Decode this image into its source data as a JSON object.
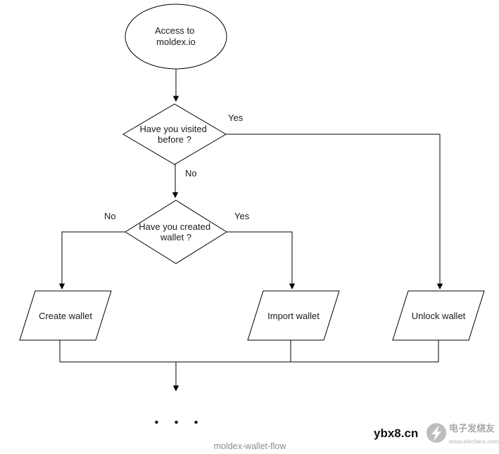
{
  "diagram": {
    "start": {
      "line1": "Access to",
      "line2": "moldex.io"
    },
    "decision_visited": {
      "line1": "Have you visited",
      "line2": "before ?"
    },
    "decision_created": {
      "line1": "Have you created",
      "line2": "wallet ?"
    },
    "terminals": {
      "create": "Create wallet",
      "import": "Import wallet",
      "unlock": "Unlock wallet"
    },
    "branches": {
      "visited_yes": "Yes",
      "visited_no": "No",
      "created_no": "No",
      "created_yes": "Yes"
    },
    "ellipsis": "• • •",
    "caption": "moldex-wallet-flow"
  },
  "watermark": {
    "site": "ybx8.cn",
    "brand": "电子发烧友",
    "url": "www.elecfans.com"
  },
  "colors": {
    "line": "#000000",
    "caption": "#8c8c8c",
    "watermark": "#a9a9a9"
  }
}
